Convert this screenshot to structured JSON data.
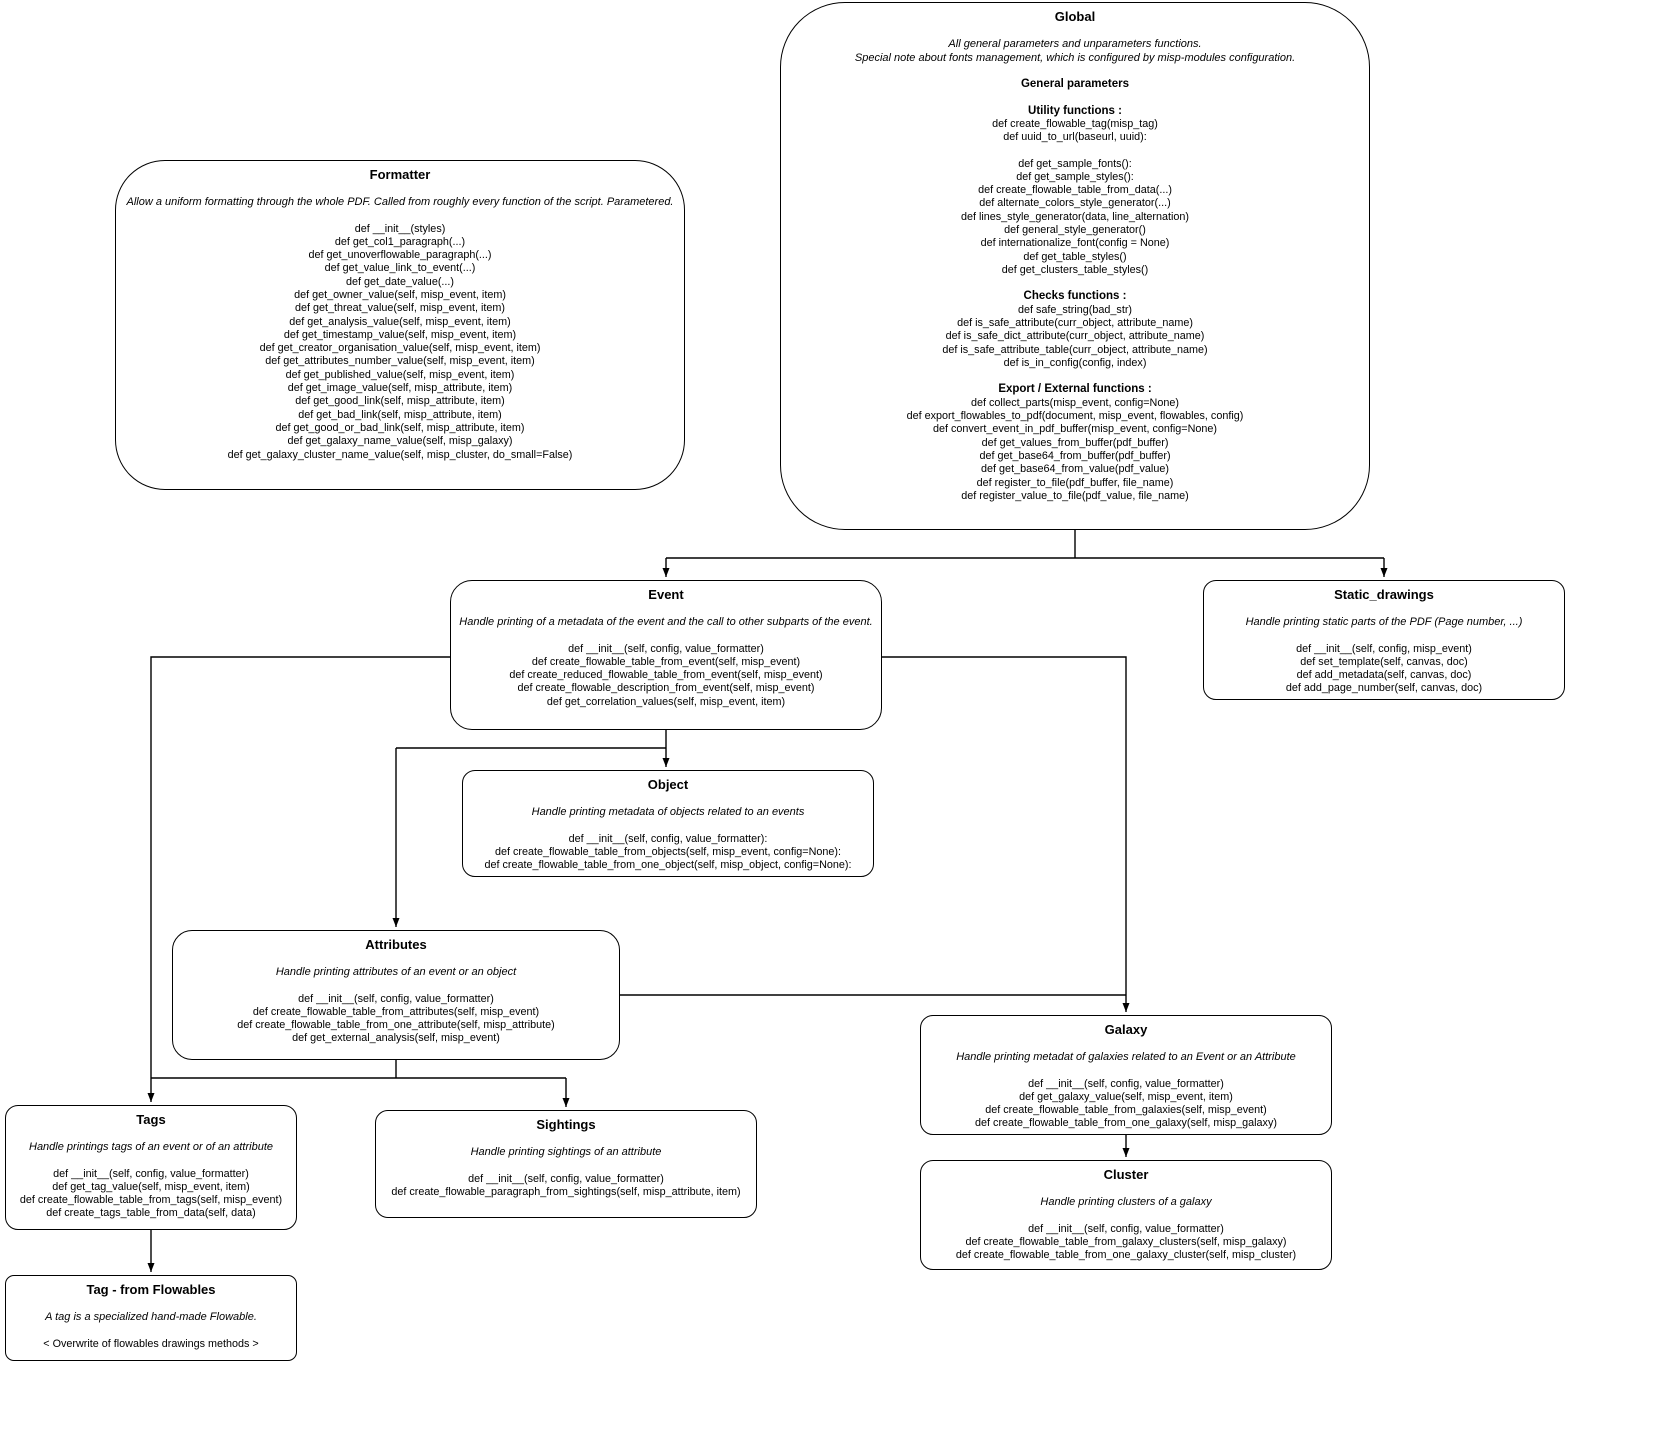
{
  "palette": {
    "background": "#ffffff",
    "node_fill": "#ffffff",
    "node_border": "#000000",
    "text": "#000000",
    "connector": "#000000"
  },
  "boxes": {
    "formatter": {
      "title": "Formatter",
      "blocks": [
        {
          "k": "title",
          "t": "Formatter"
        },
        {
          "k": "gap"
        },
        {
          "k": "desc",
          "t": "Allow a uniform formatting through the whole PDF. Called from roughly every function of the script. Parametered."
        },
        {
          "k": "gap"
        },
        {
          "k": "line",
          "t": "def __init__(styles)"
        },
        {
          "k": "line",
          "t": "def get_col1_paragraph(...)"
        },
        {
          "k": "line",
          "t": "def get_unoverflowable_paragraph(...)"
        },
        {
          "k": "line",
          "t": "def get_value_link_to_event(...)"
        },
        {
          "k": "line",
          "t": "def get_date_value(...)"
        },
        {
          "k": "line",
          "t": "def get_owner_value(self, misp_event, item)"
        },
        {
          "k": "line",
          "t": "def get_threat_value(self, misp_event, item)"
        },
        {
          "k": "line",
          "t": "def get_analysis_value(self, misp_event, item)"
        },
        {
          "k": "line",
          "t": "def get_timestamp_value(self, misp_event, item)"
        },
        {
          "k": "line",
          "t": "def get_creator_organisation_value(self, misp_event, item)"
        },
        {
          "k": "line",
          "t": "def get_attributes_number_value(self, misp_event, item)"
        },
        {
          "k": "line",
          "t": "def get_published_value(self, misp_event, item)"
        },
        {
          "k": "line",
          "t": "def get_image_value(self, misp_attribute, item)"
        },
        {
          "k": "line",
          "t": "def get_good_link(self, misp_attribute, item)"
        },
        {
          "k": "line",
          "t": "def get_bad_link(self, misp_attribute, item)"
        },
        {
          "k": "line",
          "t": "def get_good_or_bad_link(self, misp_attribute, item)"
        },
        {
          "k": "line",
          "t": "def get_galaxy_name_value(self, misp_galaxy)"
        },
        {
          "k": "line",
          "t": "def get_galaxy_cluster_name_value(self, misp_cluster, do_small=False)"
        }
      ]
    },
    "global": {
      "title": "Global",
      "blocks": [
        {
          "k": "title",
          "t": "Global"
        },
        {
          "k": "gap"
        },
        {
          "k": "desc",
          "t": "All general parameters and unparameters functions."
        },
        {
          "k": "desc",
          "t": "Special note about fonts management, which is configured by misp-modules configuration."
        },
        {
          "k": "gap"
        },
        {
          "k": "head",
          "t": "General parameters"
        },
        {
          "k": "gap"
        },
        {
          "k": "head",
          "t": "Utility functions :"
        },
        {
          "k": "line",
          "t": "def create_flowable_tag(misp_tag)"
        },
        {
          "k": "line",
          "t": "def uuid_to_url(baseurl, uuid):"
        },
        {
          "k": "gap"
        },
        {
          "k": "line",
          "t": "def get_sample_fonts():"
        },
        {
          "k": "line",
          "t": "def get_sample_styles():"
        },
        {
          "k": "line",
          "t": "def create_flowable_table_from_data(...)"
        },
        {
          "k": "line",
          "t": "def alternate_colors_style_generator(...)"
        },
        {
          "k": "line",
          "t": "def lines_style_generator(data, line_alternation)"
        },
        {
          "k": "line",
          "t": "def general_style_generator()"
        },
        {
          "k": "line",
          "t": "def internationalize_font(config = None)"
        },
        {
          "k": "line",
          "t": "def get_table_styles()"
        },
        {
          "k": "line",
          "t": "def get_clusters_table_styles()"
        },
        {
          "k": "gap"
        },
        {
          "k": "head",
          "t": "Checks functions :"
        },
        {
          "k": "line",
          "t": "def safe_string(bad_str)"
        },
        {
          "k": "line",
          "t": "def is_safe_attribute(curr_object, attribute_name)"
        },
        {
          "k": "line",
          "t": "def is_safe_dict_attribute(curr_object, attribute_name)"
        },
        {
          "k": "line",
          "t": "def is_safe_attribute_table(curr_object, attribute_name)"
        },
        {
          "k": "line",
          "t": "def is_in_config(config, index)"
        },
        {
          "k": "gap"
        },
        {
          "k": "head",
          "t": "Export / External functions :"
        },
        {
          "k": "line",
          "t": "def collect_parts(misp_event, config=None)"
        },
        {
          "k": "line",
          "t": "def export_flowables_to_pdf(document, misp_event, flowables, config)"
        },
        {
          "k": "line",
          "t": "def convert_event_in_pdf_buffer(misp_event, config=None)"
        },
        {
          "k": "line",
          "t": "def get_values_from_buffer(pdf_buffer)"
        },
        {
          "k": "line",
          "t": "def get_base64_from_buffer(pdf_buffer)"
        },
        {
          "k": "line",
          "t": "def get_base64_from_value(pdf_value)"
        },
        {
          "k": "line",
          "t": "def register_to_file(pdf_buffer, file_name)"
        },
        {
          "k": "line",
          "t": "def register_value_to_file(pdf_value, file_name)"
        }
      ]
    },
    "event": {
      "title": "Event",
      "blocks": [
        {
          "k": "title",
          "t": "Event"
        },
        {
          "k": "gap"
        },
        {
          "k": "desc",
          "t": "Handle printing of a metadata of the event and the call to other subparts of the event."
        },
        {
          "k": "gap"
        },
        {
          "k": "line",
          "t": "def __init__(self, config, value_formatter)"
        },
        {
          "k": "line",
          "t": "def create_flowable_table_from_event(self, misp_event)"
        },
        {
          "k": "line",
          "t": "def create_reduced_flowable_table_from_event(self, misp_event)"
        },
        {
          "k": "line",
          "t": "def create_flowable_description_from_event(self, misp_event)"
        },
        {
          "k": "line",
          "t": "def get_correlation_values(self, misp_event, item)"
        }
      ]
    },
    "static_drawings": {
      "title": "Static_drawings",
      "blocks": [
        {
          "k": "title",
          "t": "Static_drawings"
        },
        {
          "k": "gap"
        },
        {
          "k": "desc",
          "t": "Handle printing static parts of the PDF (Page number, ...)"
        },
        {
          "k": "gap"
        },
        {
          "k": "line",
          "t": "def __init__(self, config, misp_event)"
        },
        {
          "k": "line",
          "t": "def set_template(self, canvas, doc)"
        },
        {
          "k": "line",
          "t": "def add_metadata(self, canvas, doc)"
        },
        {
          "k": "line",
          "t": "def add_page_number(self, canvas, doc)"
        }
      ]
    },
    "object": {
      "title": "Object",
      "blocks": [
        {
          "k": "title",
          "t": "Object"
        },
        {
          "k": "gap"
        },
        {
          "k": "desc",
          "t": "Handle printing metadata of objects related to an events"
        },
        {
          "k": "gap"
        },
        {
          "k": "line",
          "t": "def __init__(self, config, value_formatter):"
        },
        {
          "k": "line",
          "t": "def create_flowable_table_from_objects(self, misp_event, config=None):"
        },
        {
          "k": "line",
          "t": "def create_flowable_table_from_one_object(self, misp_object, config=None):"
        }
      ]
    },
    "attributes": {
      "title": "Attributes",
      "blocks": [
        {
          "k": "title",
          "t": "Attributes"
        },
        {
          "k": "gap"
        },
        {
          "k": "desc",
          "t": "Handle printing attributes of an event or an object"
        },
        {
          "k": "gap"
        },
        {
          "k": "line",
          "t": "def __init__(self, config, value_formatter)"
        },
        {
          "k": "line",
          "t": "def create_flowable_table_from_attributes(self, misp_event)"
        },
        {
          "k": "line",
          "t": "def create_flowable_table_from_one_attribute(self, misp_attribute)"
        },
        {
          "k": "line",
          "t": "def get_external_analysis(self, misp_event)"
        }
      ]
    },
    "galaxy": {
      "title": "Galaxy",
      "blocks": [
        {
          "k": "title",
          "t": "Galaxy"
        },
        {
          "k": "gap"
        },
        {
          "k": "desc",
          "t": "Handle printing metadat of galaxies related to an Event or an Attribute"
        },
        {
          "k": "gap"
        },
        {
          "k": "line",
          "t": "def __init__(self, config, value_formatter)"
        },
        {
          "k": "line",
          "t": "def get_galaxy_value(self, misp_event, item)"
        },
        {
          "k": "line",
          "t": "def create_flowable_table_from_galaxies(self, misp_event)"
        },
        {
          "k": "line",
          "t": "def create_flowable_table_from_one_galaxy(self, misp_galaxy)"
        }
      ]
    },
    "tags": {
      "title": "Tags",
      "blocks": [
        {
          "k": "title",
          "t": "Tags"
        },
        {
          "k": "gap"
        },
        {
          "k": "desc",
          "t": "Handle printings tags of an event or of an attribute"
        },
        {
          "k": "gap"
        },
        {
          "k": "line",
          "t": "def __init__(self, config, value_formatter)"
        },
        {
          "k": "line",
          "t": "def get_tag_value(self, misp_event, item)"
        },
        {
          "k": "line",
          "t": "def create_flowable_table_from_tags(self, misp_event)"
        },
        {
          "k": "line",
          "t": "def create_tags_table_from_data(self, data)"
        }
      ]
    },
    "sightings": {
      "title": "Sightings",
      "blocks": [
        {
          "k": "title",
          "t": "Sightings"
        },
        {
          "k": "gap"
        },
        {
          "k": "desc",
          "t": "Handle printing sightings of an attribute"
        },
        {
          "k": "gap"
        },
        {
          "k": "line",
          "t": "def __init__(self, config, value_formatter)"
        },
        {
          "k": "line",
          "t": "def create_flowable_paragraph_from_sightings(self, misp_attribute, item)"
        }
      ]
    },
    "cluster": {
      "title": "Cluster",
      "blocks": [
        {
          "k": "title",
          "t": "Cluster"
        },
        {
          "k": "gap"
        },
        {
          "k": "desc",
          "t": "Handle printing clusters of a galaxy"
        },
        {
          "k": "gap"
        },
        {
          "k": "line",
          "t": "def __init__(self, config, value_formatter)"
        },
        {
          "k": "line",
          "t": "def create_flowable_table_from_galaxy_clusters(self, misp_galaxy)"
        },
        {
          "k": "line",
          "t": "def create_flowable_table_from_one_galaxy_cluster(self, misp_cluster)"
        }
      ]
    },
    "tag_flowables": {
      "title": "Tag - from Flowables",
      "blocks": [
        {
          "k": "title",
          "t": "Tag - from Flowables"
        },
        {
          "k": "gap"
        },
        {
          "k": "desc",
          "t": "A tag is a specialized  hand-made Flowable."
        },
        {
          "k": "gap"
        },
        {
          "k": "line",
          "t": "< Overwrite of flowables drawings methods >"
        }
      ]
    }
  }
}
